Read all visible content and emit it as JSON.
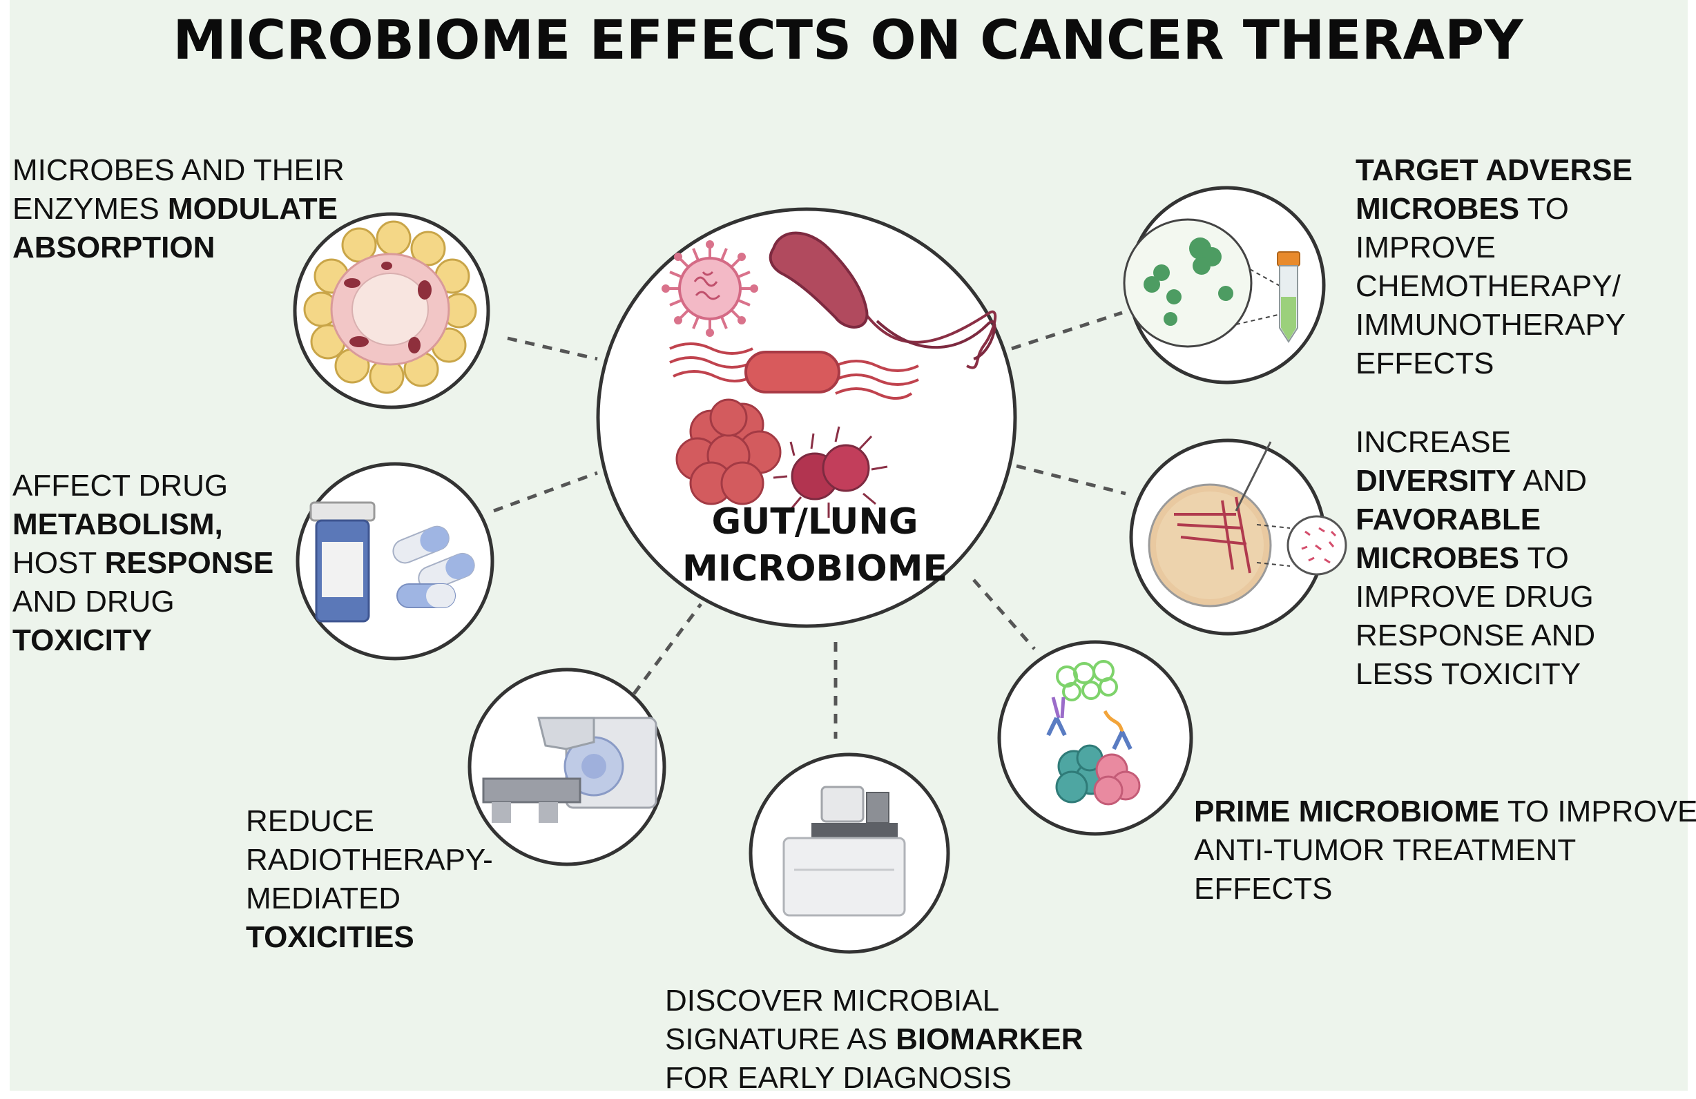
{
  "title": "MICROBIOME EFFECTS ON CANCER THERAPY",
  "center": {
    "line1": "GUT/LUNG",
    "line2": "MICROBIOME"
  },
  "labels": {
    "absorption": [
      [
        {
          "t": "MICROBES AND THEIR",
          "b": false
        }
      ],
      [
        {
          "t": "ENZYMES ",
          "b": false
        },
        {
          "t": "MODULATE",
          "b": true
        }
      ],
      [
        {
          "t": "ABSORPTION",
          "b": true
        }
      ]
    ],
    "metabolism": [
      [
        {
          "t": "AFFECT DRUG",
          "b": false
        }
      ],
      [
        {
          "t": "METABOLISM,",
          "b": true
        }
      ],
      [
        {
          "t": "HOST ",
          "b": false
        },
        {
          "t": "RESPONSE",
          "b": true
        }
      ],
      [
        {
          "t": "AND DRUG",
          "b": false
        }
      ],
      [
        {
          "t": "TOXICITY",
          "b": true
        }
      ]
    ],
    "radiotherapy": [
      [
        {
          "t": "REDUCE",
          "b": false
        }
      ],
      [
        {
          "t": "RADIOTHERAPY-",
          "b": false
        }
      ],
      [
        {
          "t": "MEDIATED",
          "b": false
        }
      ],
      [
        {
          "t": "TOXICITIES",
          "b": true
        }
      ]
    ],
    "biomarker": [
      [
        {
          "t": "DISCOVER MICROBIAL",
          "b": false
        }
      ],
      [
        {
          "t": "SIGNATURE AS ",
          "b": false
        },
        {
          "t": "BIOMARKER",
          "b": true
        }
      ],
      [
        {
          "t": "FOR EARLY DIAGNOSIS",
          "b": false
        }
      ]
    ],
    "prime": [
      [
        {
          "t": "PRIME MICROBIOME",
          "b": true
        },
        {
          "t": " TO IMPROVE",
          "b": false
        }
      ],
      [
        {
          "t": "ANTI-TUMOR TREATMENT",
          "b": false
        }
      ],
      [
        {
          "t": "EFFECTS",
          "b": false
        }
      ]
    ],
    "target": [
      [
        {
          "t": "TARGET ADVERSE",
          "b": true
        }
      ],
      [
        {
          "t": "MICROBES",
          "b": true
        },
        {
          "t": " TO",
          "b": false
        }
      ],
      [
        {
          "t": "IMPROVE",
          "b": false
        }
      ],
      [
        {
          "t": "CHEMOTHERAPY/",
          "b": false
        }
      ],
      [
        {
          "t": "IMMUNOTHERAPY",
          "b": false
        }
      ],
      [
        {
          "t": "EFFECTS",
          "b": false
        }
      ]
    ],
    "diversity": [
      [
        {
          "t": "INCREASE",
          "b": false
        }
      ],
      [
        {
          "t": "DIVERSITY",
          "b": true
        },
        {
          "t": " AND",
          "b": false
        }
      ],
      [
        {
          "t": "FAVORABLE",
          "b": true
        }
      ],
      [
        {
          "t": "MICROBES",
          "b": true
        },
        {
          "t": " TO",
          "b": false
        }
      ],
      [
        {
          "t": "IMPROVE DRUG",
          "b": false
        }
      ],
      [
        {
          "t": "RESPONSE AND",
          "b": false
        }
      ],
      [
        {
          "t": "LESS TOXICITY",
          "b": false
        }
      ]
    ]
  },
  "icons": {
    "center": [
      "virus-icon",
      "rod-bacterium-icon",
      "flagellated-bacterium-icon",
      "coccus-cluster-icon",
      "diplococcus-icon"
    ],
    "absorption": "adipose-tissue-icon",
    "metabolism": "pill-bottle-icon",
    "radiotherapy": "radiotherapy-machine-icon",
    "biomarker": "sequencer-instrument-icon",
    "prime": "antibody-tumor-icon",
    "target": "microscope-test-tube-icon",
    "diversity": "petri-dish-icon"
  },
  "colors": {
    "background": "#edf4ec",
    "ring": "#333333",
    "connector": "#555555",
    "bacteria_red": "#b8454f",
    "virus_pink": "#d9728b"
  }
}
